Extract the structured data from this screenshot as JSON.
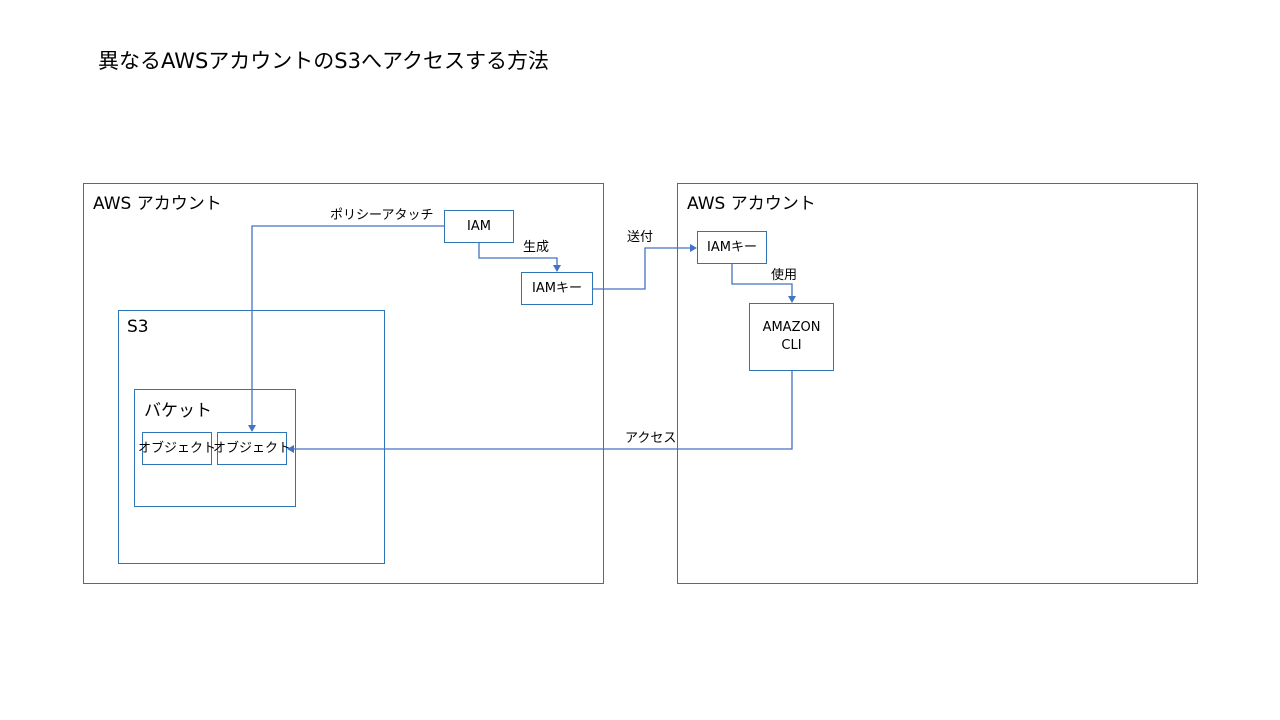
{
  "title": "異なるAWSアカウントのS3へアクセスする方法",
  "left_account": {
    "label": "AWS アカウント",
    "s3": {
      "label": "S3",
      "bucket": {
        "label": "バケット",
        "objects": [
          "オブジェクト",
          "オブジェクト"
        ]
      }
    },
    "iam": "IAM",
    "iam_key": "IAMキー"
  },
  "right_account": {
    "label": "AWS アカウント",
    "iam_key": "IAMキー",
    "cli": [
      "AMAZON",
      "CLI"
    ]
  },
  "edges": {
    "policy_attach": "ポリシーアタッチ",
    "generate": "生成",
    "send": "送付",
    "use": "使用",
    "access": "アクセス"
  },
  "colors": {
    "box_border": "#2e75b6",
    "arrow": "#4472c4"
  }
}
